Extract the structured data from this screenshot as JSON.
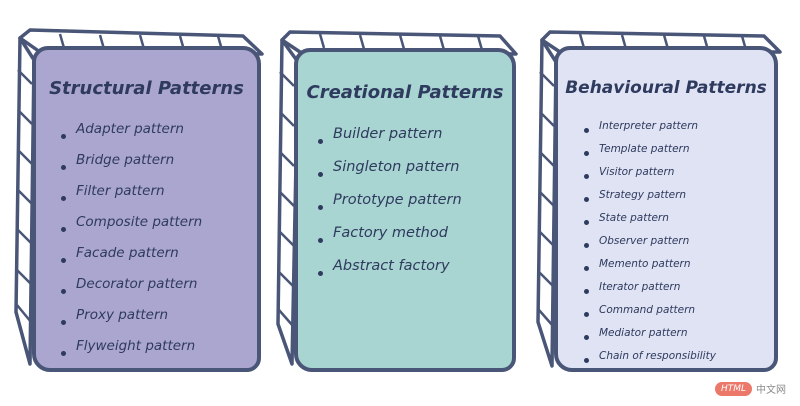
{
  "colors": {
    "structural": "#aba6cf",
    "creational": "#a8d4d1",
    "behavioural": "#dfe3f3",
    "outline": "#4a5678",
    "text": "#2e3a5e"
  },
  "structural": {
    "title": "Structural Patterns",
    "items": [
      "Adapter pattern",
      "Bridge pattern",
      "Filter pattern",
      "Composite pattern",
      "Facade pattern",
      "Decorator pattern",
      "Proxy pattern",
      "Flyweight pattern"
    ]
  },
  "creational": {
    "title": "Creational Patterns",
    "items": [
      "Builder pattern",
      "Singleton pattern",
      "Prototype pattern",
      "Factory method",
      "Abstract factory"
    ]
  },
  "behavioural": {
    "title": "Behavioural Patterns",
    "items": [
      "Interpreter pattern",
      "Template pattern",
      "Visitor pattern",
      "Strategy pattern",
      "State pattern",
      "Observer pattern",
      "Memento pattern",
      "Iterator pattern",
      "Command pattern",
      "Mediator pattern",
      "Chain of responsibility"
    ]
  },
  "watermark": {
    "badge": "HTML",
    "text": "中文网"
  }
}
